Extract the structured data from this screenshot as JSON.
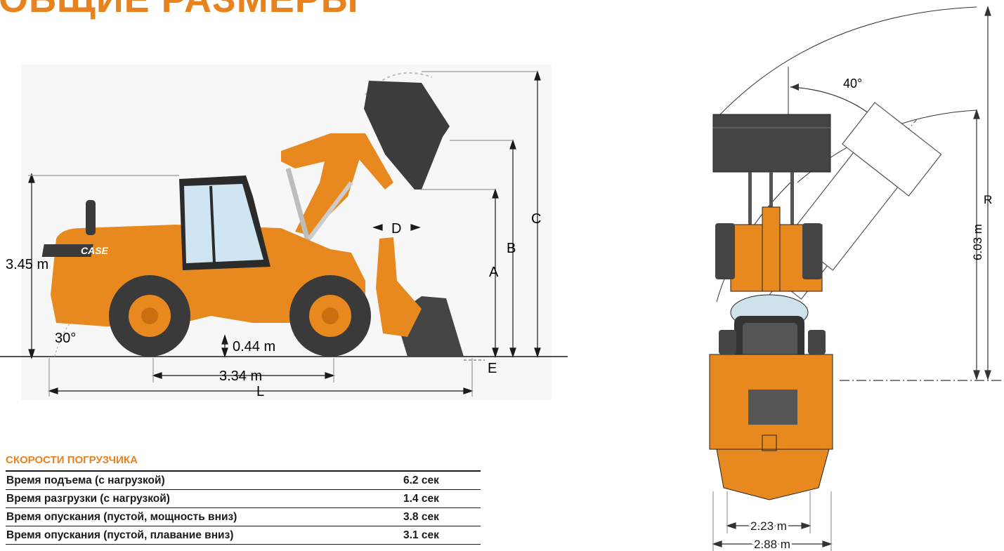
{
  "title": "ОБЩИЕ РАЗМЕРЫ",
  "side_view": {
    "brand_label": "CASE",
    "height_label": "3.45 m",
    "angle_label": "30°",
    "clearance_label": "0.44 m",
    "wheelbase_label": "3.34 m",
    "length_label": "L",
    "dim_a": "A",
    "dim_b": "B",
    "dim_c": "C",
    "dim_d": "D",
    "dim_e": "E"
  },
  "top_view": {
    "angle_label": "40°",
    "radius_label": "R",
    "radius_value": "6.03 m",
    "track_width": "2.23 m",
    "overall_width": "2.88 m"
  },
  "speeds": {
    "title": "СКОРОСТИ ПОГРУЗЧИКА",
    "rows": [
      {
        "label": "Время подъема (с нагрузкой)",
        "value": "6.2 сек"
      },
      {
        "label": "Время разгрузки (с нагрузкой)",
        "value": "1.4 сек"
      },
      {
        "label": "Время опускания (пустой, мощность вниз)",
        "value": "3.8 сек"
      },
      {
        "label": "Время опускания (пустой, плавание вниз)",
        "value": "3.1 сек"
      }
    ]
  },
  "colors": {
    "accent": "#e8821e",
    "body": "#e8891f",
    "dark": "#333333"
  }
}
